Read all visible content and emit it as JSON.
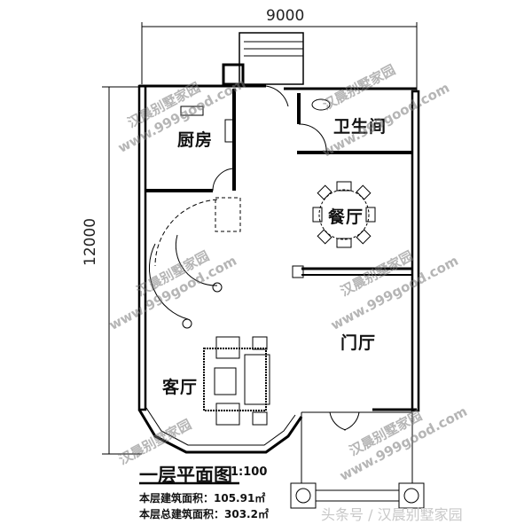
{
  "dimensions": {
    "width_label": "9000",
    "height_label": "12000"
  },
  "rooms": {
    "kitchen": "厨房",
    "bathroom": "卫生间",
    "dining": "餐厅",
    "foyer": "门厅",
    "living": "客厅"
  },
  "legend": {
    "title": "一层平面图",
    "scale": "1:100",
    "floor_area": "本层建筑面积：105.91㎡",
    "total_area": "本层总建筑面积：303.2㎡"
  },
  "watermarks": {
    "brand": "汉晨别墅家园",
    "url": "www.999good.com"
  },
  "credit": "头条号 / 汉晨别墅家园"
}
